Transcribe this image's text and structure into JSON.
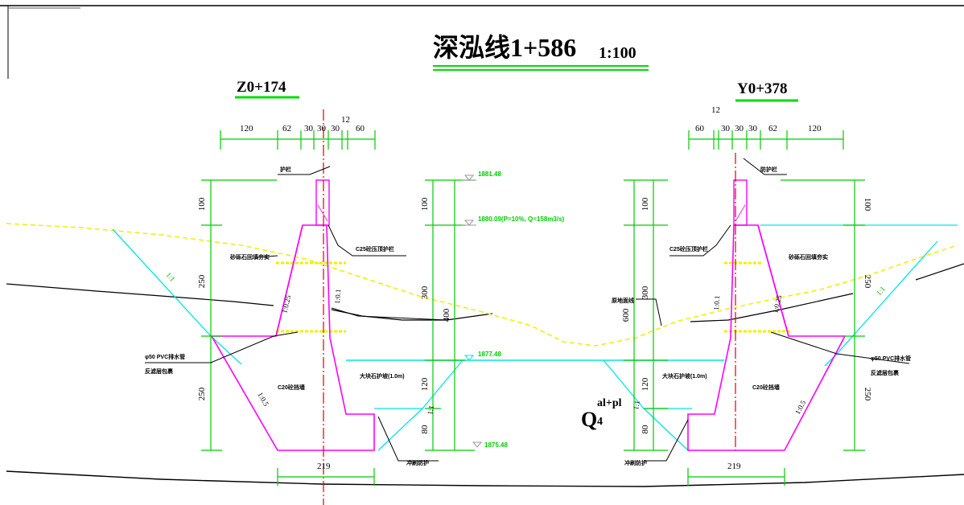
{
  "title": {
    "text": "深泓线1+586",
    "scale": "1:100"
  },
  "stations": {
    "left": "Z0+174",
    "right": "Y0+378"
  },
  "left_top_dims": [
    "120",
    "62",
    "30",
    "30",
    "30",
    "60"
  ],
  "left_top_small": "12",
  "right_top_dims": [
    "60",
    "30",
    "30",
    "30",
    "62",
    "120"
  ],
  "right_top_small": "12",
  "left_vertical_dims": [
    "100",
    "250",
    "250"
  ],
  "center_left_dims": [
    "100",
    "300",
    "120",
    "80"
  ],
  "center_total": "400",
  "center_right_dims": [
    "100",
    "300",
    "120",
    "80"
  ],
  "center_right_total": "600",
  "right_vertical_dims": [
    "100",
    "250",
    "250"
  ],
  "bottom_width_left": "219",
  "bottom_width_right": "219",
  "elevations": {
    "top": "1881.48",
    "flood": "1880.09(P=10%, Q=158m3/s)",
    "water": "1877.48",
    "bed": "1875.48"
  },
  "slopes": {
    "left_bank": "1:1",
    "right_bank": "1:1",
    "left_wall_face": "1:0.25",
    "left_wall_back": "1:0.1",
    "left_base": "1:0.5",
    "right_wall_face": "1:0.1",
    "right_wall_back": "1:0.25",
    "right_base": "1:0.5",
    "center_left": "1:1",
    "center_right": "1:1"
  },
  "geology": {
    "symbol": "Q",
    "superscript": "al+pl",
    "subscript": "4"
  },
  "labels": {
    "left_railing": "护栏",
    "right_railing": "防护栏",
    "left_cap": "C25砼压顶护栏",
    "right_cap": "C25砼压顶护栏",
    "left_fill": "砂砾石回填夯实",
    "right_fill": "砂砾石回填夯实",
    "left_drain": "φ50 PVC排水管",
    "left_drain2": "反滤层包裹",
    "right_drain": "φ50 PVC排水管",
    "right_drain2": "反滤层包裹",
    "left_wall": "C20砼挡墙",
    "right_wall": "C20砼挡墙",
    "left_riprap": "大块石护坡(1.0m)",
    "right_riprap": "大块石护坡(1.0m)",
    "left_toe": "冲刷防护",
    "right_toe": "冲刷防护",
    "right_slope_note": "原地面线"
  },
  "colors": {
    "wall": "#ff00ff",
    "dimension": "#00cc00",
    "water": "#00e5e5",
    "centerline": "#dd0000",
    "ground_dashed": "#f0f000",
    "station_underline": "#00dd00"
  }
}
